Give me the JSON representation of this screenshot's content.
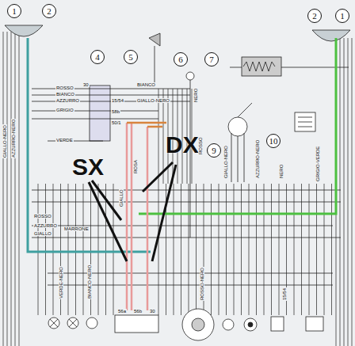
{
  "diagram": {
    "nodes": [
      {
        "text": [
          "1"
        ]
      },
      {
        "text": [
          "2"
        ]
      },
      {
        "text": [
          "4"
        ]
      },
      {
        "text": [
          "5"
        ]
      },
      {
        "text": [
          "6"
        ]
      },
      {
        "text": [
          "7"
        ]
      },
      {
        "text": [
          "9"
        ]
      },
      {
        "text": [
          "10"
        ]
      },
      {
        "text": [
          "2"
        ]
      },
      {
        "text": [
          "1"
        ]
      }
    ],
    "labels": [
      "SX",
      "DX",
      "ROSSO",
      "BIANCO",
      "AZZURRO",
      "GRIGIO",
      "VERDE",
      "30",
      "15/54",
      "58b",
      "50/1",
      "BIANCO",
      "GIALLO-NERO",
      "NERO",
      "ROSSO",
      "GIALLO-NERO",
      "AZZURRO-NERO",
      "NERO",
      "GRIGIO-VERDE",
      "ROSSO",
      "AZZURRO",
      "GIALLO",
      "MARRONE",
      "VERDE-NERO",
      "BIANCO-NERO",
      "ROSSO-NERO",
      "ROSA",
      "GIALLO",
      "56a",
      "56b",
      "30",
      "15/54",
      "GIALLO-NERO",
      "AZZURRO-NERO"
    ]
  }
}
